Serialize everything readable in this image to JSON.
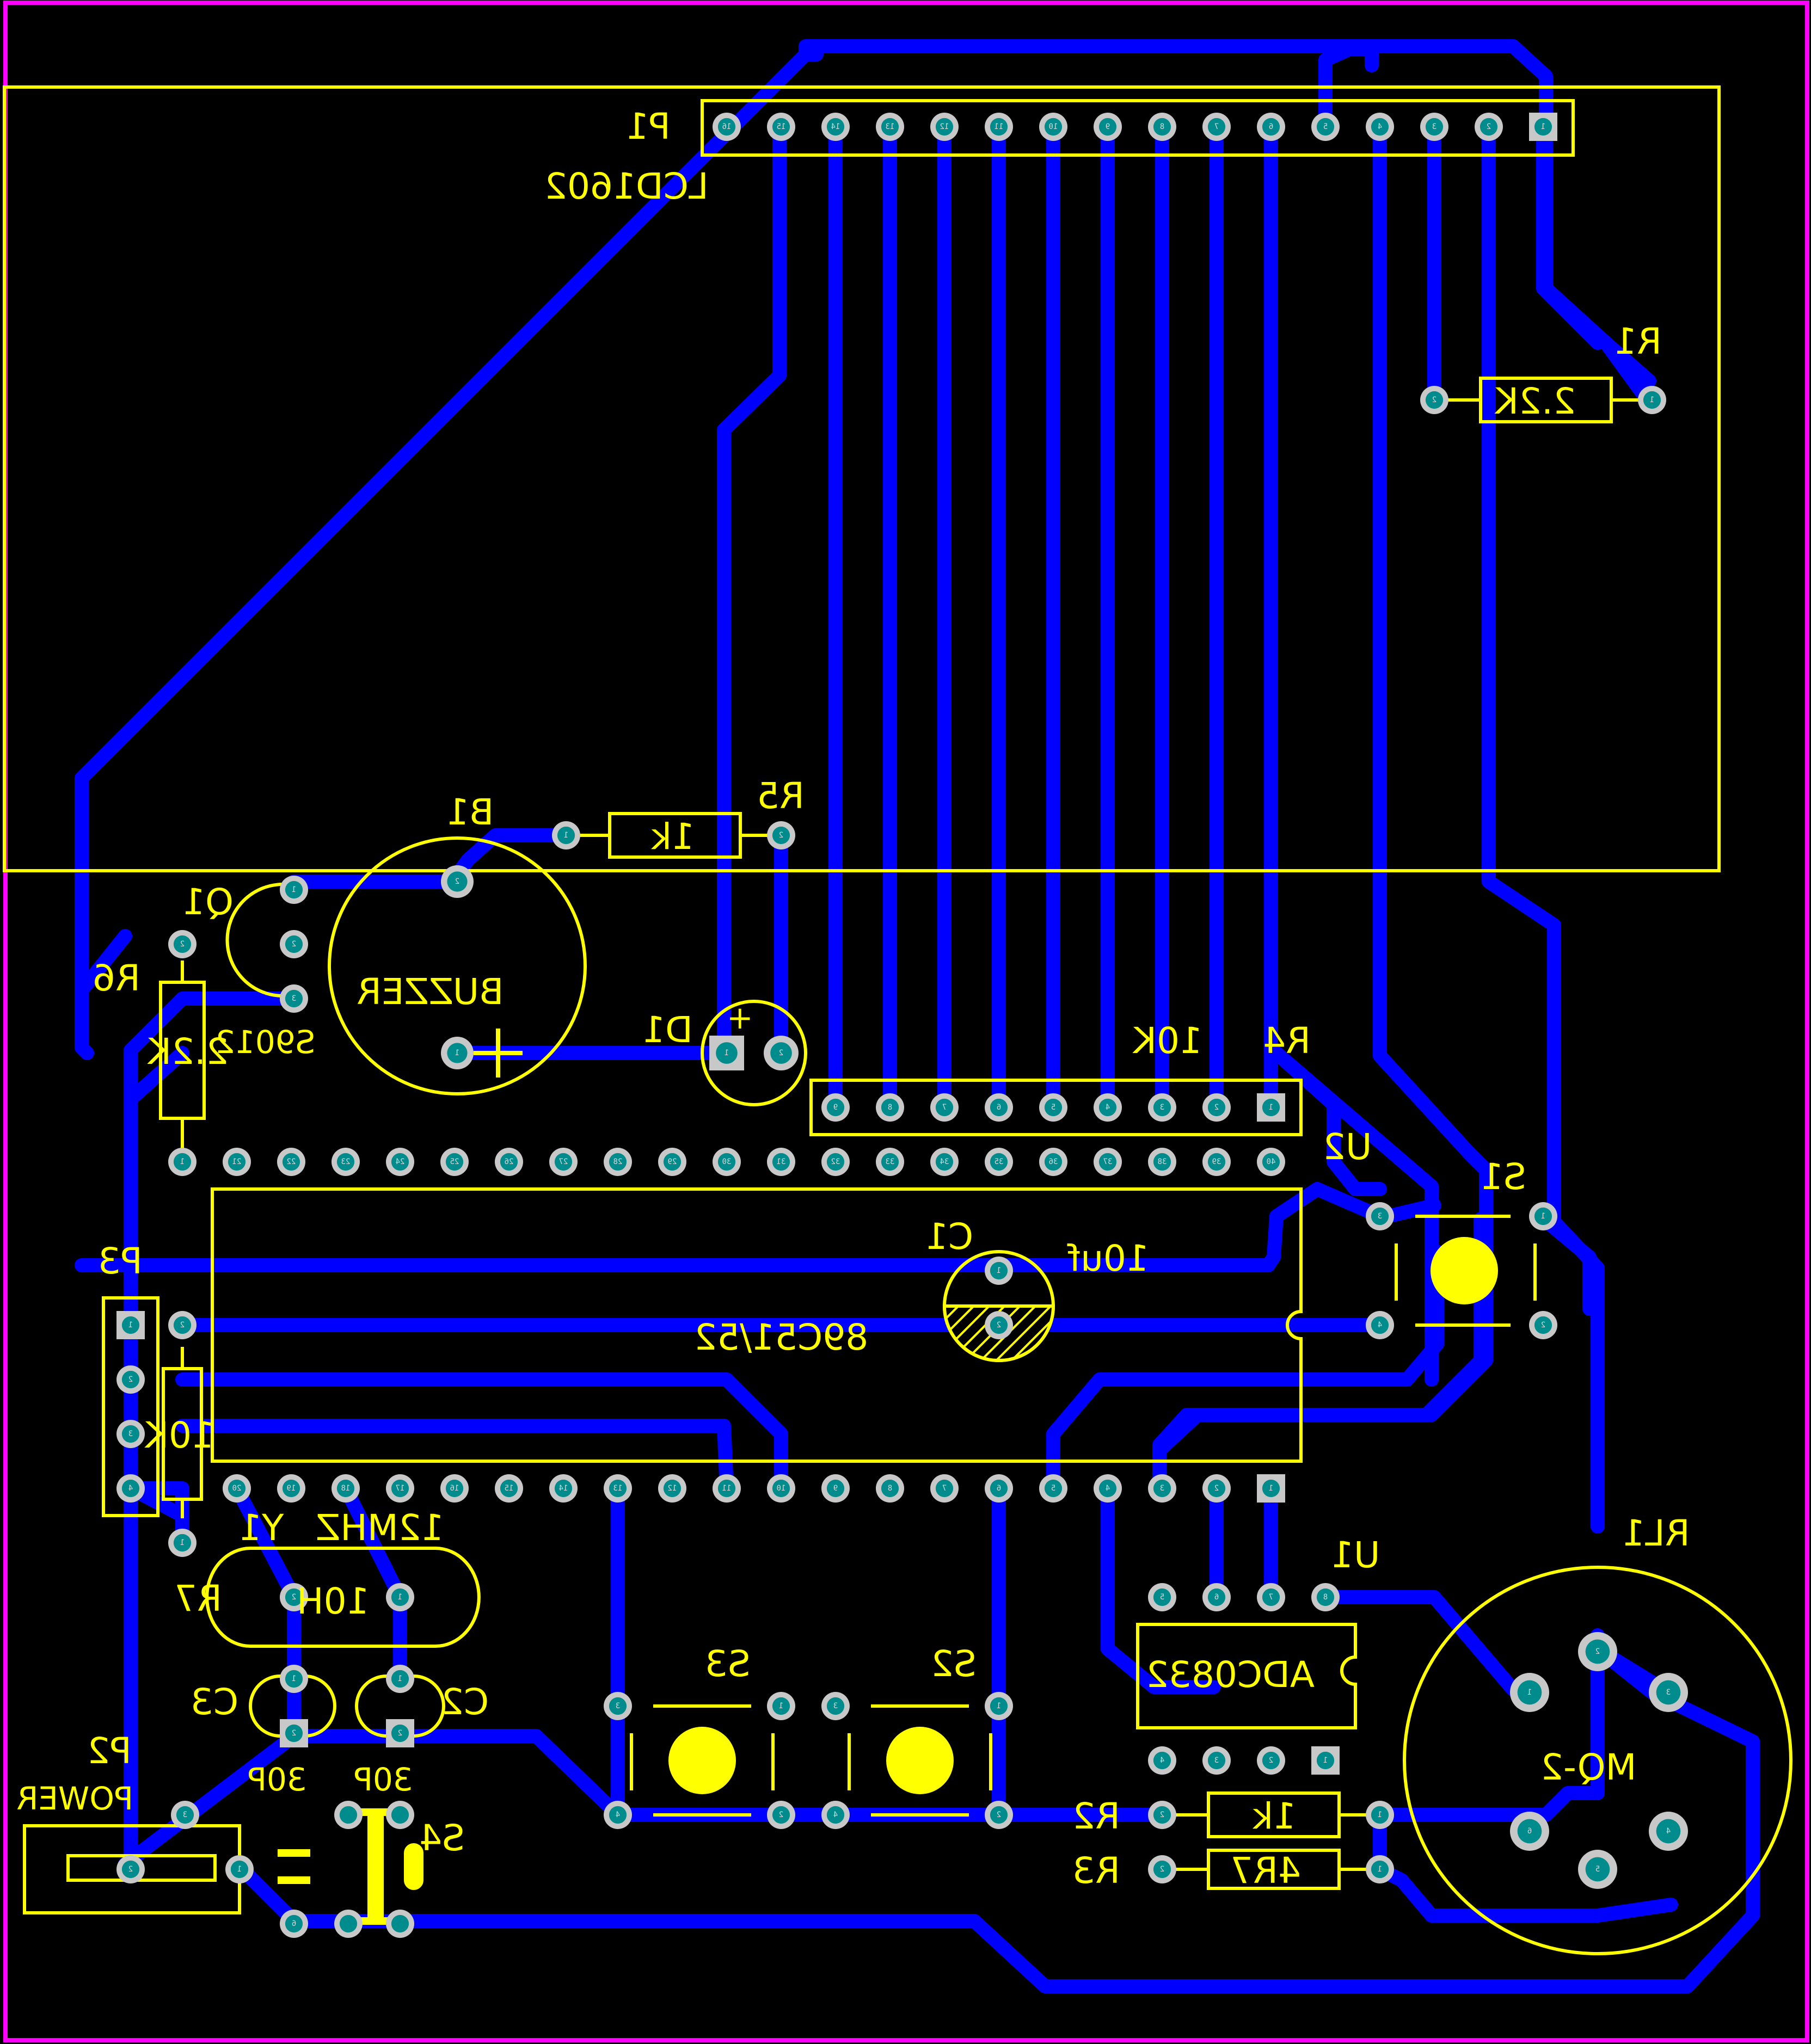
{
  "board": {
    "colors": {
      "background": "#000000",
      "outline": "#ff00ff",
      "trace": "#0000ff",
      "silkscreen": "#ffff00",
      "pad_ring": "#c8c8c8",
      "pad_hole": "#008c8c"
    },
    "components": {
      "P1": {
        "ref": "P1",
        "value": "LCD1602"
      },
      "R1": {
        "ref": "R1",
        "value": "2.2K"
      },
      "R2": {
        "ref": "R2",
        "value": "1k"
      },
      "R3": {
        "ref": "R3",
        "value": "4R7"
      },
      "R4": {
        "ref": "R4",
        "value": "10K"
      },
      "R5": {
        "ref": "R5",
        "value": "1k"
      },
      "R6": {
        "ref": "R6",
        "value": "2.2K"
      },
      "R7": {
        "ref": "R7",
        "value": "10K"
      },
      "B1": {
        "ref": "B1",
        "value": "BUZZER",
        "polarity": "+"
      },
      "Q1": {
        "ref": "Q1",
        "value": "S9012"
      },
      "D1": {
        "ref": "D1",
        "polarity": "+"
      },
      "U1": {
        "ref": "U1",
        "value": "ADC0832"
      },
      "U2": {
        "ref": "U2",
        "value": "89C51/52"
      },
      "C1": {
        "ref": "C1",
        "value": "10uf"
      },
      "C2": {
        "ref": "C2",
        "value": "30P"
      },
      "C3": {
        "ref": "C3",
        "value": "30P"
      },
      "Y1": {
        "ref": "Y1",
        "value": "12MHZ",
        "body": "10H"
      },
      "S1": {
        "ref": "S1"
      },
      "S2": {
        "ref": "S2"
      },
      "S3": {
        "ref": "S3"
      },
      "S4": {
        "ref": "S4"
      },
      "P2": {
        "ref": "P2",
        "value": "POWER"
      },
      "P3": {
        "ref": "P3"
      },
      "RL1": {
        "ref": "RL1",
        "value": "MQ-2"
      }
    },
    "header_pin_labels": [
      "16",
      "15",
      "14",
      "13",
      "12",
      "11",
      "10",
      "9",
      "8",
      "7",
      "6",
      "5",
      "4",
      "3",
      "2",
      "1"
    ],
    "mcu_top_pin_labels": [
      "1",
      "21",
      "22",
      "23",
      "24",
      "25",
      "26",
      "27",
      "28",
      "29",
      "30",
      "31",
      "32",
      "33",
      "34",
      "35",
      "36",
      "37",
      "38",
      "39",
      "40"
    ],
    "mcu_bottom_pin_labels": [
      "20",
      "19",
      "18",
      "17",
      "16",
      "15",
      "14",
      "13",
      "12",
      "11",
      "10",
      "9",
      "8",
      "7",
      "6",
      "5",
      "4",
      "3",
      "2",
      "1"
    ],
    "sip_pin_labels": [
      "9",
      "8",
      "7",
      "6",
      "5",
      "4",
      "3",
      "2",
      "1"
    ],
    "adc_top_pin_labels": [
      "5",
      "6",
      "7",
      "8"
    ],
    "adc_bottom_pin_labels": [
      "4",
      "3",
      "2",
      "1"
    ],
    "mq2_pin_labels": [
      "1",
      "2",
      "3",
      "4",
      "5",
      "6"
    ],
    "p3_pin_labels": [
      "1",
      "2",
      "3",
      "4"
    ],
    "p2_pin_labels": [
      "3",
      "2",
      "1"
    ]
  }
}
